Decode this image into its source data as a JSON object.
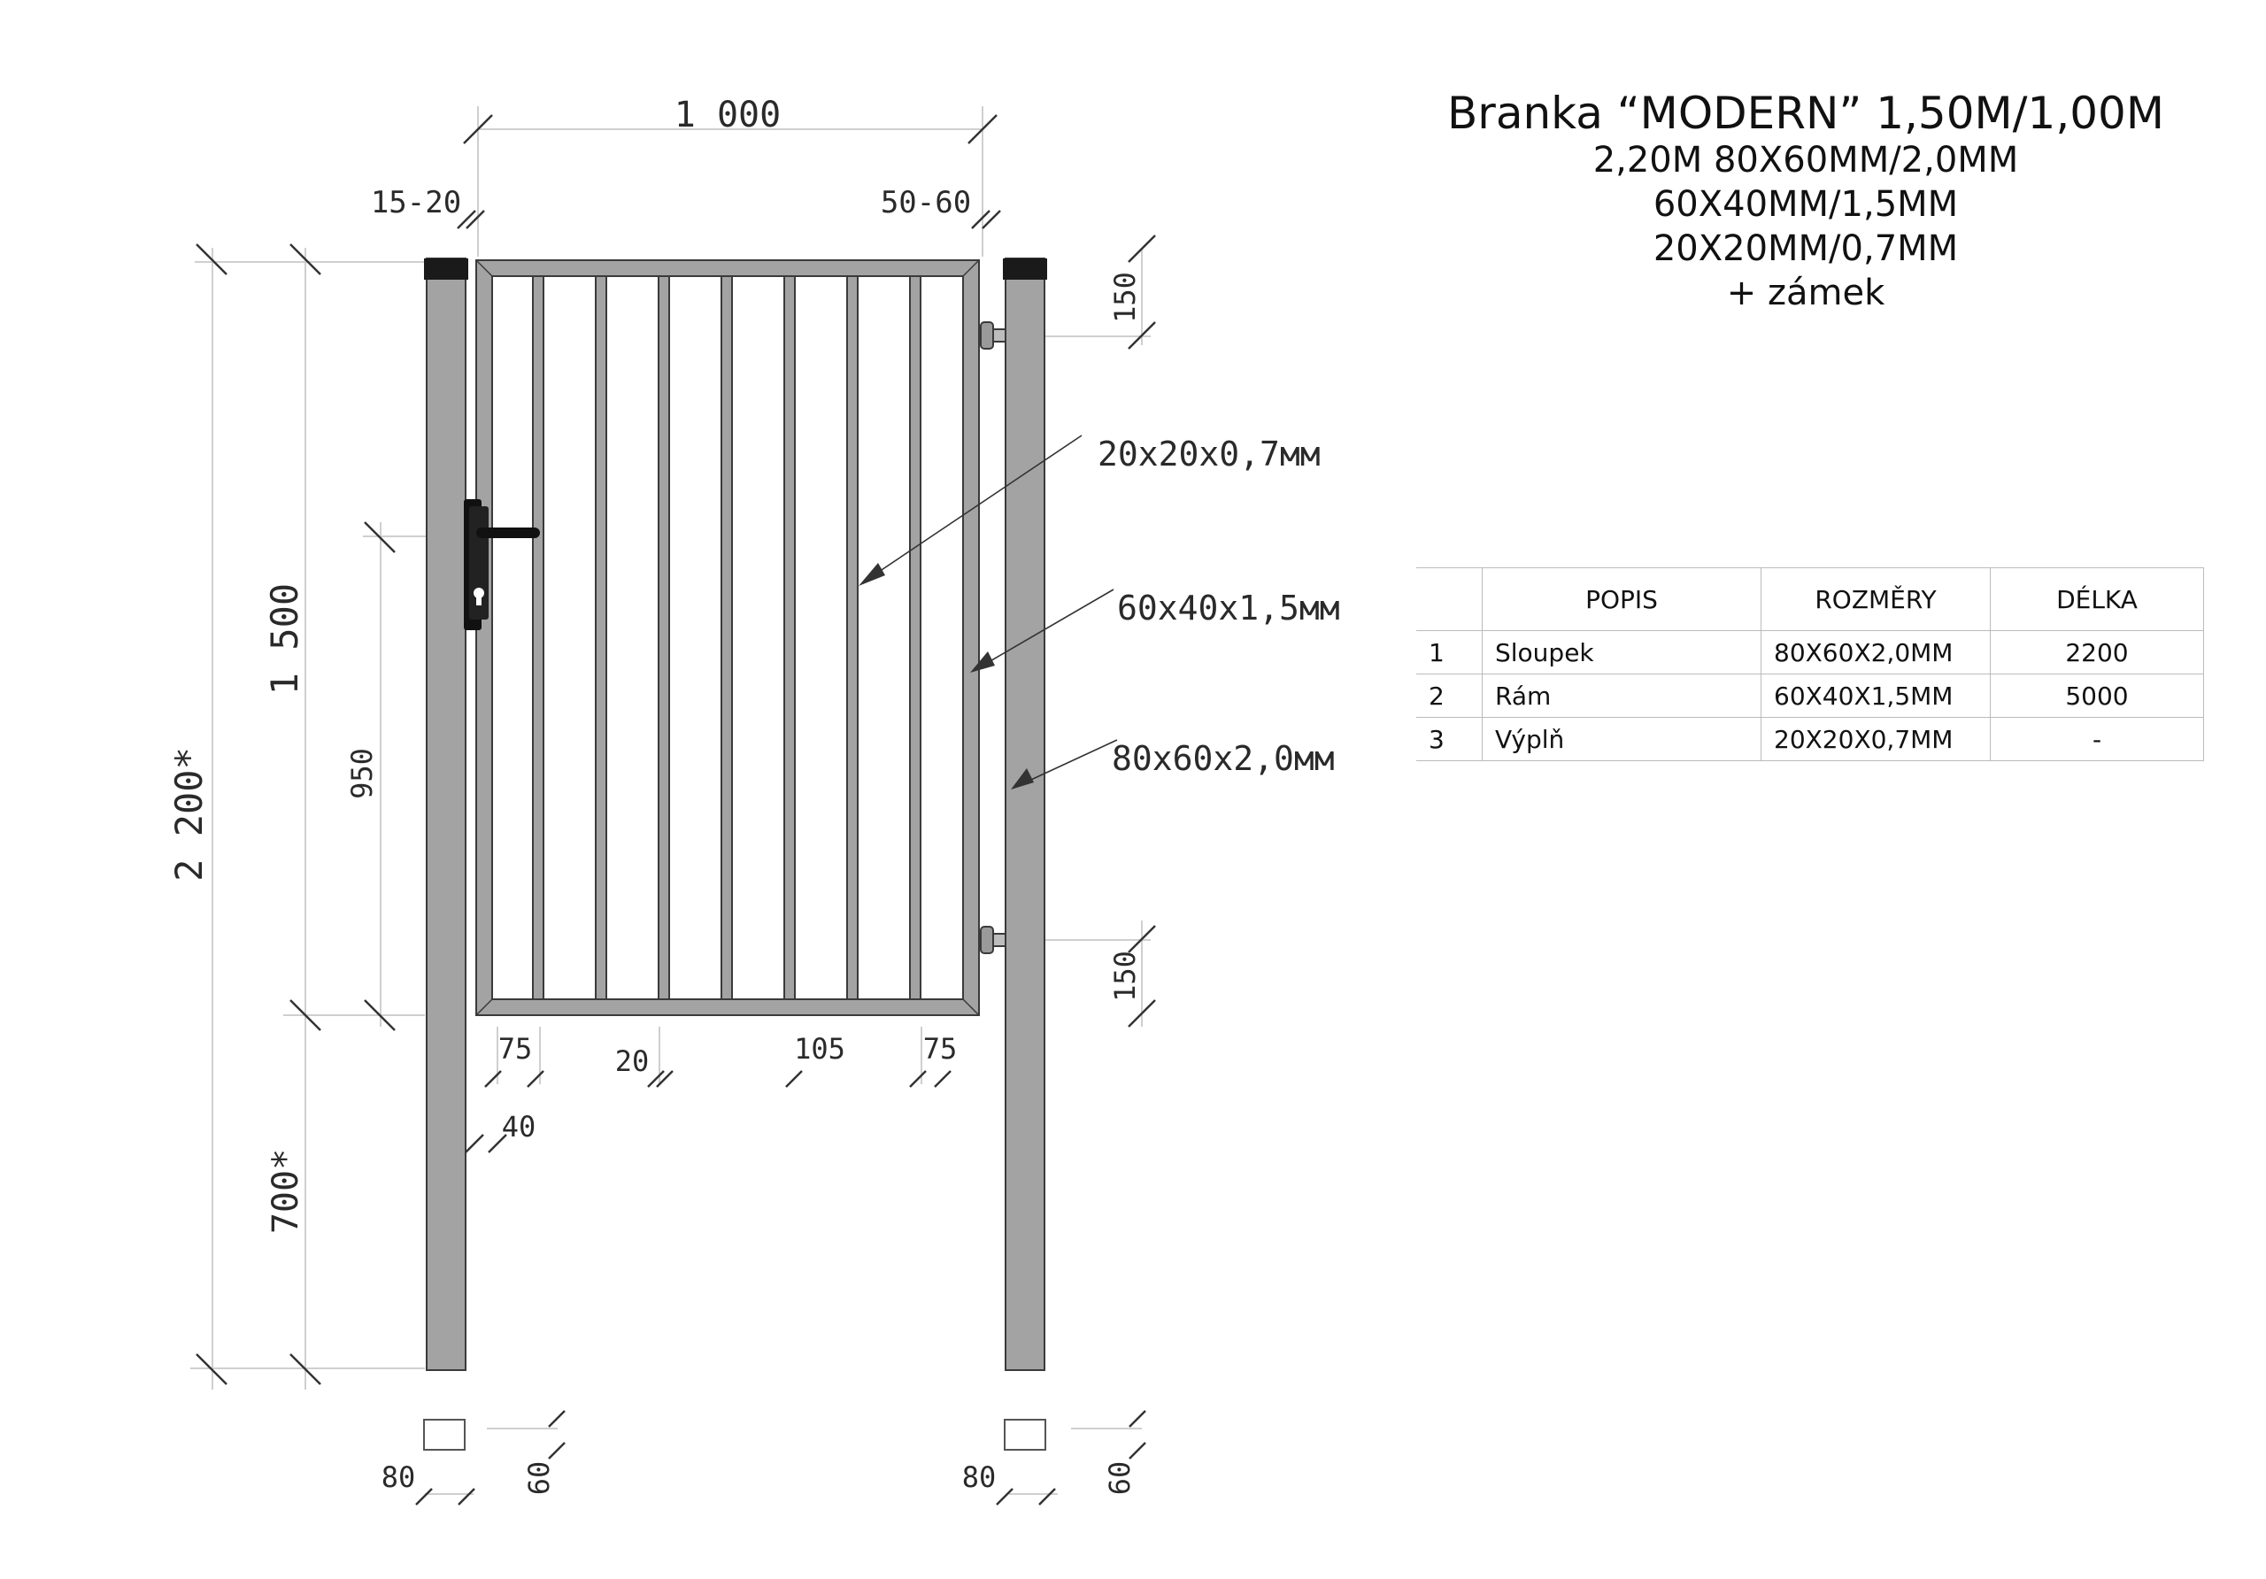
{
  "title": {
    "line1": "Branka “MODERN” 1,50M/1,00M",
    "line2": "2,20M 80X60MM/2,0MM",
    "line3": "60X40MM/1,5MM",
    "line4": "20X20MM/0,7MM",
    "line5": "+ zámek"
  },
  "dimensions": {
    "gate_width": "1 000",
    "gap_left": "15-20",
    "gap_right": "50-60",
    "total_height": "2 200*",
    "gate_height": "1 500",
    "handle_height": "950",
    "below_ground": "700*",
    "hinge_top": "150",
    "hinge_bottom": "150",
    "frame_margin_left": "75",
    "infill_bar": "20",
    "infill_spacing": "105",
    "frame_margin_right": "75",
    "frame_offset": "40",
    "post_left_width": "80",
    "post_left_depth": "60",
    "post_right_width": "80",
    "post_right_depth": "60"
  },
  "callouts": {
    "infill": "20x20x0,7мм",
    "frame": "60x40x1,5мм",
    "post": "80x60x2,0мм"
  },
  "table": {
    "headers": [
      "",
      "POPIS",
      "ROZMĚRY",
      "DÉLKA"
    ],
    "rows": [
      {
        "no": "1",
        "name": "Sloupek",
        "size": "80X60X2,0MM",
        "length": "2200"
      },
      {
        "no": "2",
        "name": "Rám",
        "size": "60X40X1,5MM",
        "length": "5000"
      },
      {
        "no": "3",
        "name": "Výplň",
        "size": "20X20X0,7MM",
        "length": "-"
      }
    ]
  },
  "colors": {
    "steel": "#a3a3a3",
    "outline": "#3a3a3a",
    "cap": "#1a1a1a",
    "dimension_line": "#cfcfcf",
    "tick": "#333333",
    "text": "#2a2a2a"
  }
}
